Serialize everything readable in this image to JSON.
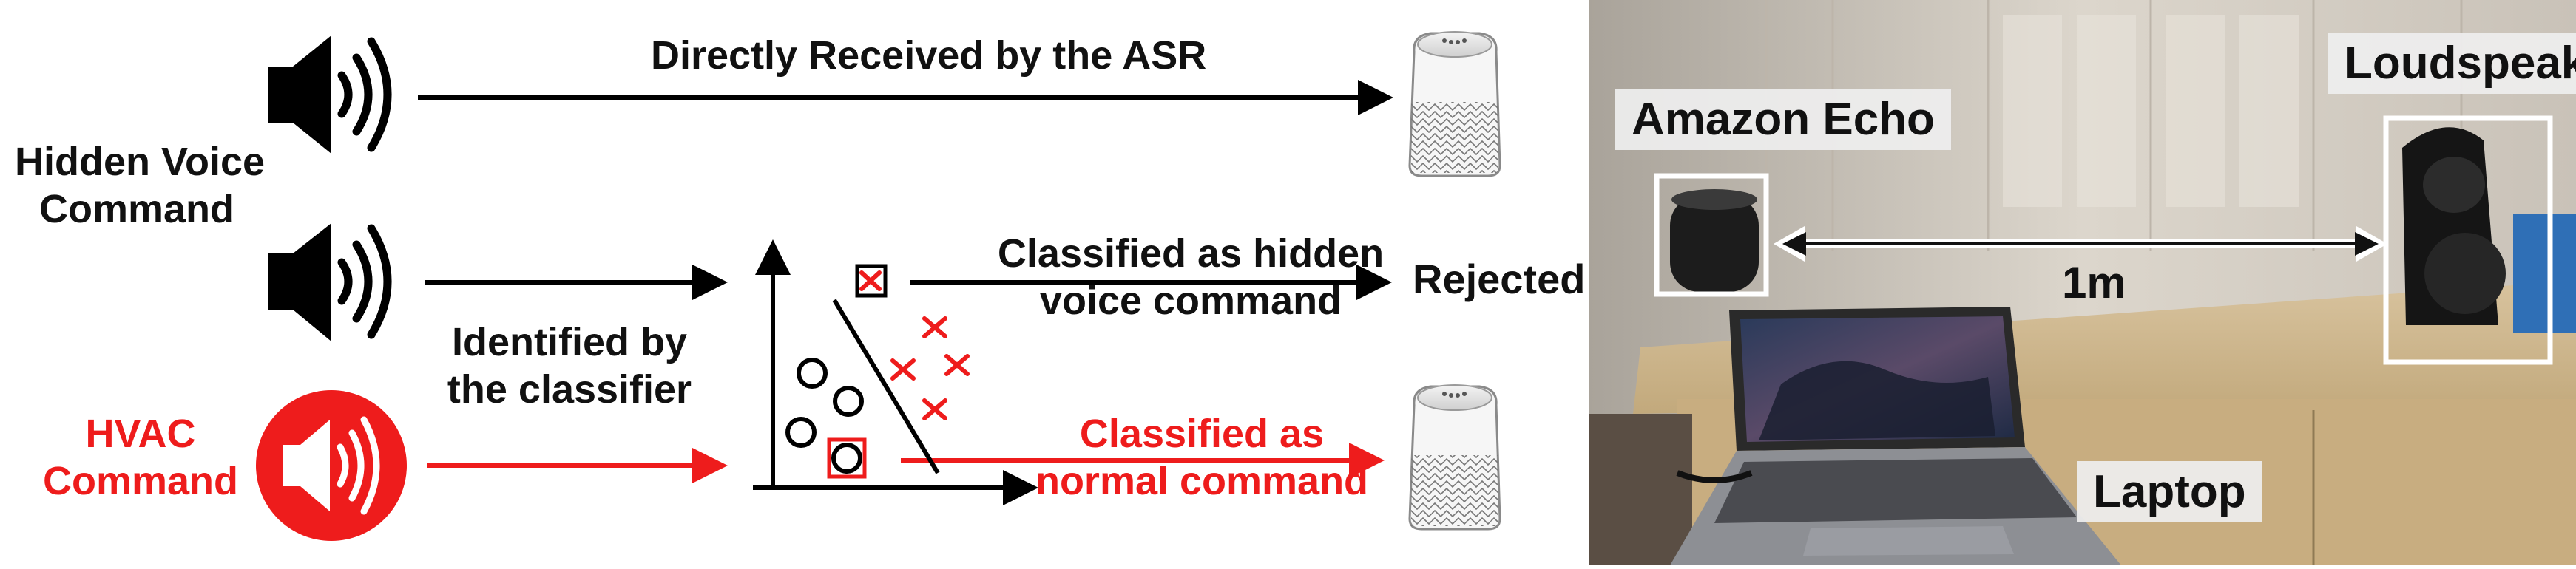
{
  "diagram": {
    "hidden_voice_command_label": [
      "Hidden Voice",
      "Command"
    ],
    "hvac_command_label": [
      "HVAC",
      "Command"
    ],
    "top_arrow_label": "Directly Received by the ASR",
    "identified_label": [
      "Identified by",
      "the classifier"
    ],
    "classified_hidden_label": [
      "Classified as hidden",
      "voice command"
    ],
    "rejected_label": "Rejected",
    "classified_normal_label": [
      "Classified as",
      "normal command"
    ],
    "accent_color": "#ee1c1c"
  },
  "photo": {
    "labels": {
      "amazon_echo": "Amazon Echo",
      "loudspeaker": "Loudspeaker",
      "distance": "1m",
      "laptop": "Laptop"
    }
  }
}
